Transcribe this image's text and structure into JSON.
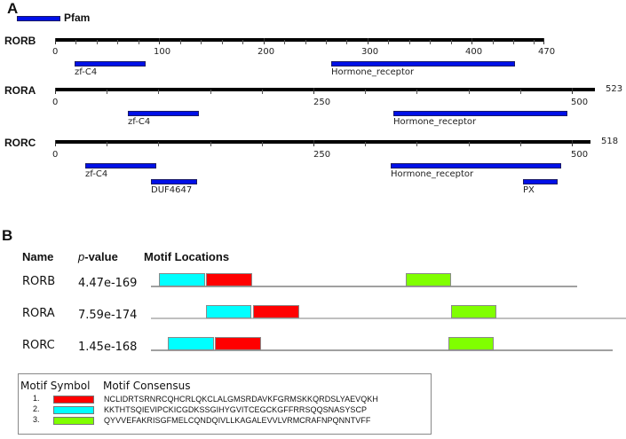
{
  "panel_a": {
    "letter": "A",
    "legend": {
      "label": "Pfam",
      "color": "#0010e8"
    },
    "proteins": [
      {
        "name": "RORB",
        "length": 470,
        "end_label": "470",
        "tick_labels": [
          "0",
          "100",
          "200",
          "300",
          "400"
        ],
        "domains": [
          {
            "name": "zf-C4",
            "start": 19,
            "end": 87
          },
          {
            "name": "Hormone_receptor",
            "start": 265,
            "end": 442
          }
        ]
      },
      {
        "name": "RORA",
        "length": 523,
        "end_label": "523",
        "tick_labels": [
          "0",
          "250",
          "500"
        ],
        "domains": [
          {
            "name": "zf-C4",
            "start": 70,
            "end": 139
          },
          {
            "name": "Hormone_receptor",
            "start": 327,
            "end": 496
          }
        ]
      },
      {
        "name": "RORC",
        "length": 518,
        "end_label": "518",
        "tick_labels": [
          "0",
          "250",
          "500"
        ],
        "domains": [
          {
            "name": "zf-C4",
            "start": 29,
            "end": 98
          },
          {
            "name": "DUF4647",
            "start": 93,
            "end": 138
          },
          {
            "name": "Hormone_receptor",
            "start": 324,
            "end": 490
          },
          {
            "name": "PX",
            "start": 453,
            "end": 487
          }
        ]
      }
    ]
  },
  "panel_b": {
    "letter": "B",
    "headers": {
      "name": "Name",
      "pvalue_italic": "p",
      "pvalue_rest": "-value",
      "locations": "Motif Locations"
    },
    "rows": [
      {
        "name": "RORB",
        "pvalue": "4.47e-169",
        "motifs": [
          2,
          1,
          3
        ]
      },
      {
        "name": "RORA",
        "pvalue": "7.59e-174",
        "motifs": [
          2,
          1,
          3
        ]
      },
      {
        "name": "RORC",
        "pvalue": "1.45e-168",
        "motifs": [
          2,
          1,
          3
        ]
      }
    ],
    "legend": {
      "header_symbol": "Motif Symbol",
      "header_consensus": "Motif Consensus",
      "motifs": [
        {
          "num": "1.",
          "color": "#ff0000",
          "consensus": "NCLIDRTSRNRCQHCRLQKCLALGMSRDAVKFGRMSKKQRDSLYAEVQKH"
        },
        {
          "num": "2.",
          "color": "#00ffff",
          "consensus": "KKTHTSQIEVIPCKICGDKSSGIHYGVITCEGCKGFFRRSQQSNASYSCP"
        },
        {
          "num": "3.",
          "color": "#80ff00",
          "consensus": "QYVVEFAKRISGFMELCQNDQIVLLKAGALEVVLVRMCRAFNPQNNTVFF"
        }
      ]
    }
  },
  "chart_data": {
    "type": "diagram",
    "title": "Pfam domain architecture and MEME motif locations of RORB, RORA, RORC",
    "domains": [
      {
        "protein": "RORB",
        "length": 470,
        "domains": [
          [
            "zf-C4",
            19,
            87
          ],
          [
            "Hormone_receptor",
            265,
            442
          ]
        ]
      },
      {
        "protein": "RORA",
        "length": 523,
        "domains": [
          [
            "zf-C4",
            70,
            139
          ],
          [
            "Hormone_receptor",
            327,
            496
          ]
        ]
      },
      {
        "protein": "RORC",
        "length": 518,
        "domains": [
          [
            "zf-C4",
            29,
            98
          ],
          [
            "DUF4647",
            93,
            138
          ],
          [
            "Hormone_receptor",
            324,
            490
          ],
          [
            "PX",
            453,
            487
          ]
        ]
      }
    ],
    "motif_pvalues": {
      "RORB": "4.47e-169",
      "RORA": "7.59e-174",
      "RORC": "1.45e-168"
    }
  }
}
